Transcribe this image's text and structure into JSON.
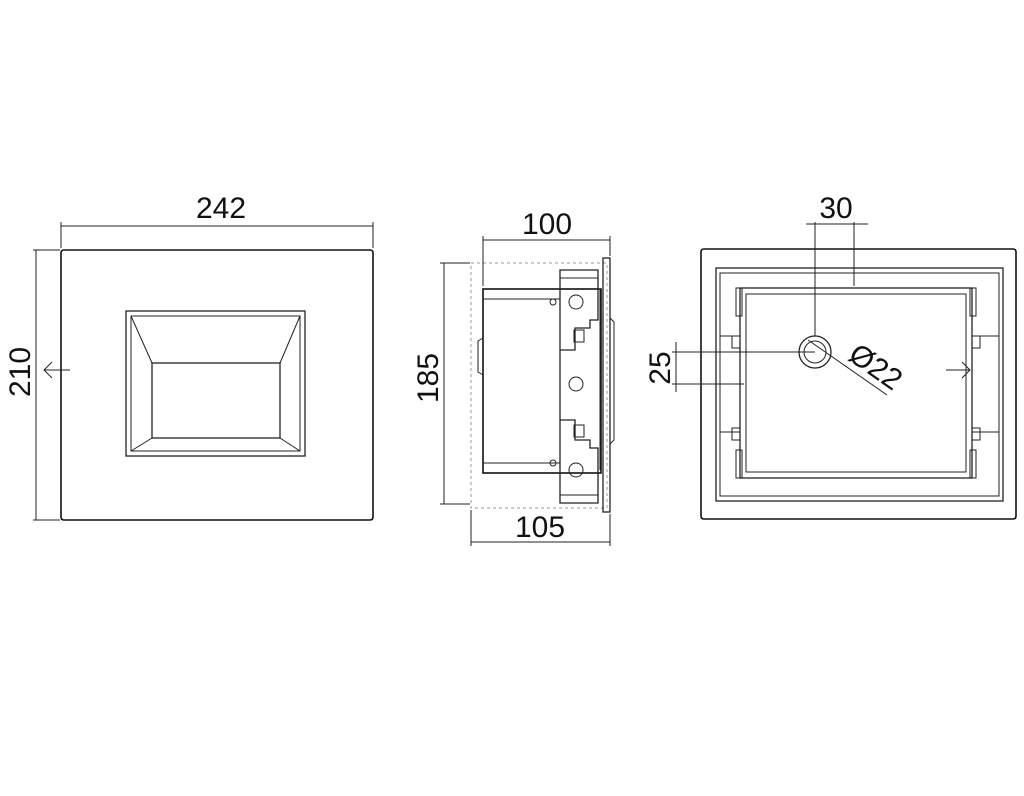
{
  "colors": {
    "line": "#222222",
    "background": "#ffffff",
    "hidden_line": "#9a9a9a"
  },
  "front_view": {
    "width_label": "242",
    "height_label": "210"
  },
  "side_view": {
    "top_depth_label": "100",
    "height_label": "185",
    "bottom_depth_label": "105"
  },
  "back_view": {
    "hole_offset_label": "30",
    "hole_height_label": "25",
    "hole_diameter_label": "Ø22"
  }
}
